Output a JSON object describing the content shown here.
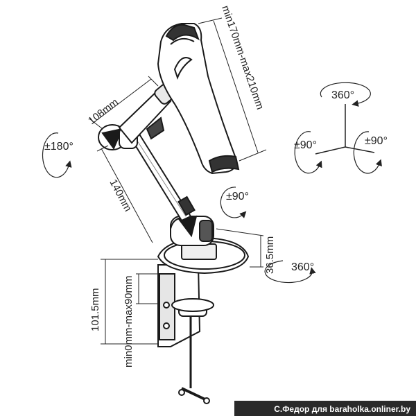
{
  "dimensions": {
    "tablet_width": "min170mm-max210mm",
    "upper_arm": "108mm",
    "lower_arm": "140mm",
    "riser_height": "36.5mm",
    "clamp_height": "101.5mm",
    "clamp_opening": "min0mm-max90mm"
  },
  "rotations": {
    "head_top": "360°",
    "head_left": "±90°",
    "head_right": "±90°",
    "elbow": "±180°",
    "base_tilt": "±90°",
    "base_swivel": "360°"
  },
  "watermark": "С.Федор для baraholka.onliner.by"
}
